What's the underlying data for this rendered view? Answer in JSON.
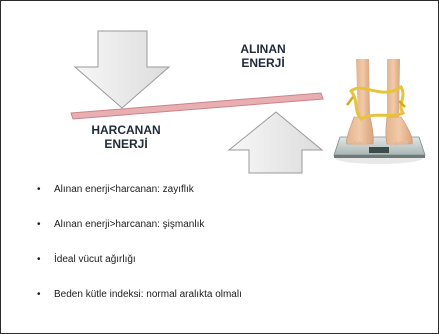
{
  "slide": {
    "energy_in_label": [
      "ALINAN",
      "ENERJİ"
    ],
    "energy_out_label": [
      "HARCANAN",
      "ENERJİ"
    ],
    "bullet_symbol": "•",
    "bullets": [
      "Alınan enerji<harcanan: zayıflık",
      "Alınan enerji>harcanan: şişmanlık",
      "İdeal vücut ağırlığı",
      "Beden kütle indeksi:  normal aralıkta olmalı"
    ]
  },
  "colors": {
    "arrow_fill": "#ececec",
    "arrow_stroke": "#9a9a9a",
    "balance_bar": "#e9aeb1",
    "balance_bar_stroke": "#c98489",
    "label_text": "#1f2a3a"
  },
  "icons": {
    "down_arrow": "down-arrow-icon",
    "up_arrow": "up-arrow-icon",
    "scale_photo": "bathroom-scale-feet-image"
  }
}
